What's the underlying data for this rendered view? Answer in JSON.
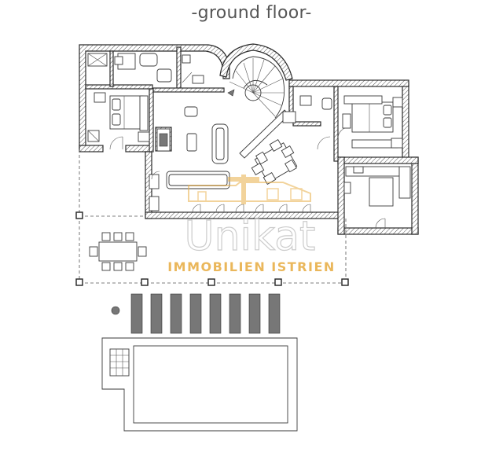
{
  "title": "-ground floor-",
  "watermark": {
    "brand": "Unikat",
    "tagline": "IMMOBILIEN ISTRIEN",
    "color": "#e8b04a"
  },
  "line_color": "#2b2b2b"
}
